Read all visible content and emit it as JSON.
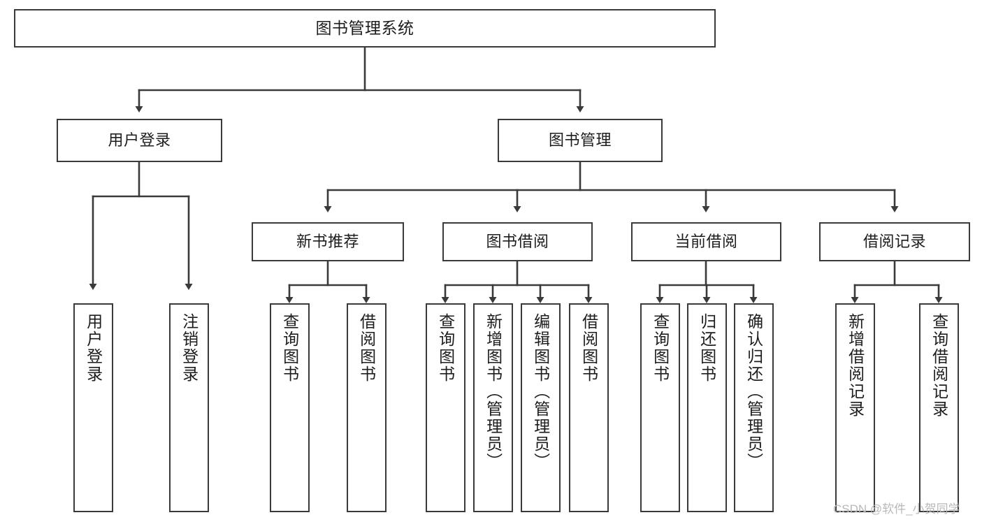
{
  "diagram": {
    "title": "图书管理系统",
    "type": "tree-hierarchy",
    "watermark": "CSDN @软件_小贺同学",
    "colors": {
      "background": "#ffffff",
      "node_border": "#3a3a3a",
      "node_fill": "#ffffff",
      "edge": "#3a3a3a",
      "text": "#1d1d1d",
      "watermark": "#b9b9b9"
    },
    "nodes": {
      "root": {
        "label": "图书管理系统"
      },
      "level2": [
        {
          "id": "user-login",
          "label": "用户登录"
        },
        {
          "id": "book-manage",
          "label": "图书管理"
        }
      ],
      "level3": [
        {
          "id": "new-book-rec",
          "label": "新书推荐"
        },
        {
          "id": "book-borrow",
          "label": "图书借阅"
        },
        {
          "id": "current-borrow",
          "label": "当前借阅"
        },
        {
          "id": "borrow-record",
          "label": "借阅记录"
        }
      ],
      "leaves": {
        "user_login": [
          {
            "id": "leaf-user-login",
            "label": "用户登录"
          },
          {
            "id": "leaf-logout",
            "label": "注销登录"
          }
        ],
        "new_book_rec": [
          {
            "id": "leaf-query-book-1",
            "label": "查询图书"
          },
          {
            "id": "leaf-borrow-book-1",
            "label": "借阅图书"
          }
        ],
        "book_borrow": [
          {
            "id": "leaf-query-book-2",
            "label": "查询图书"
          },
          {
            "id": "leaf-add-book",
            "label": "新增图书（管理员）"
          },
          {
            "id": "leaf-edit-book",
            "label": "编辑图书（管理员）"
          },
          {
            "id": "leaf-borrow-book-2",
            "label": "借阅图书"
          }
        ],
        "current_borrow": [
          {
            "id": "leaf-query-book-3",
            "label": "查询图书"
          },
          {
            "id": "leaf-return-book",
            "label": "归还图书"
          },
          {
            "id": "leaf-confirm-return",
            "label": "确认归还（管理员）"
          }
        ],
        "borrow_record": [
          {
            "id": "leaf-add-record",
            "label": "新增借阅记录"
          },
          {
            "id": "leaf-query-record",
            "label": "查询借阅记录"
          }
        ]
      }
    }
  }
}
